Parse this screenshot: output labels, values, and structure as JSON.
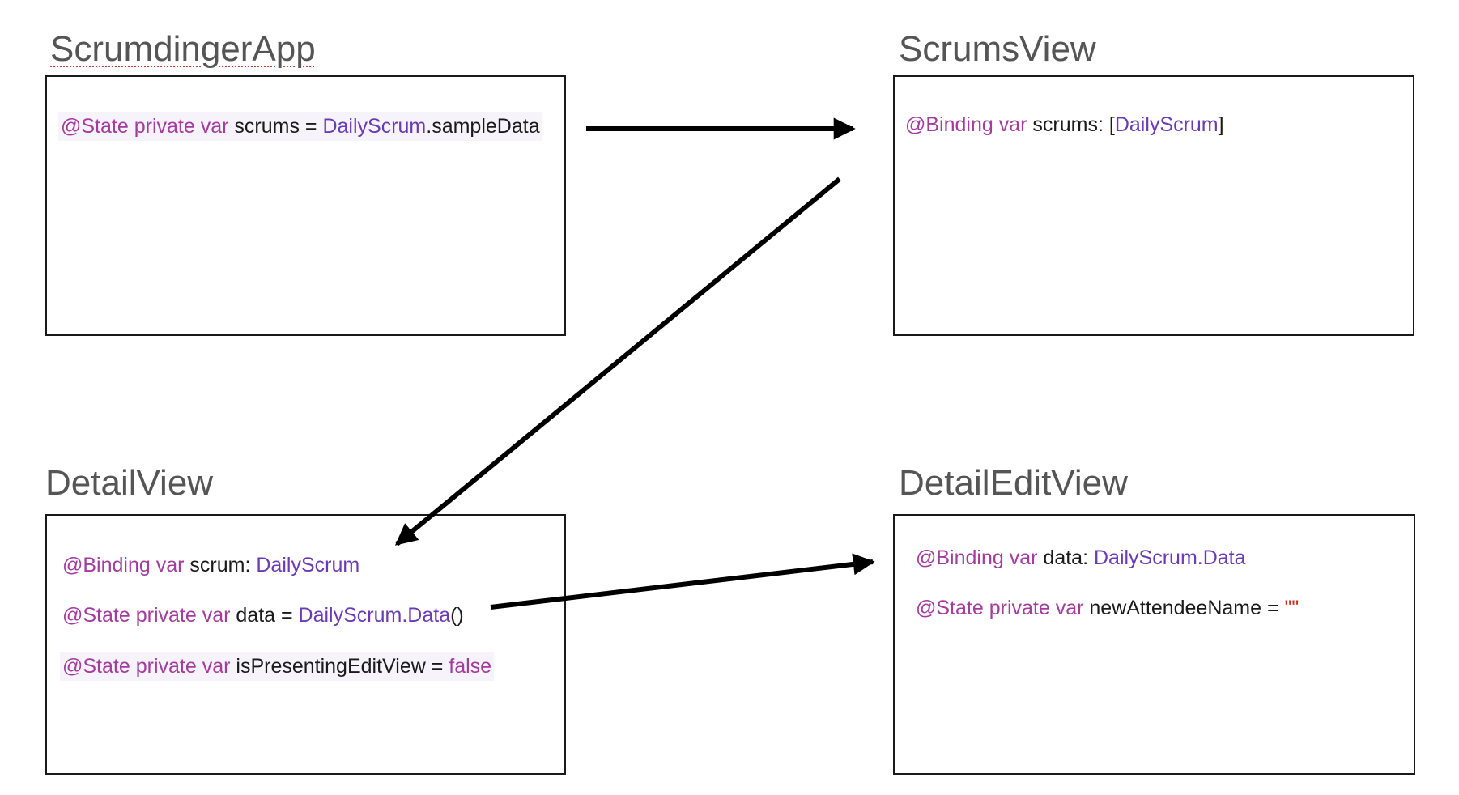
{
  "panels": {
    "app": {
      "title": "ScrumdingerApp",
      "line1": {
        "at": "@State",
        "kw": "private var",
        "name": "scrums =",
        "type": "DailyScrum",
        "rest": ".sampleData"
      }
    },
    "scrums": {
      "title": "ScrumsView",
      "line1": {
        "at": "@Binding",
        "kw": "var",
        "name": "scrums: [",
        "type": "DailyScrum",
        "rest": "]"
      }
    },
    "detail": {
      "title": "DetailView",
      "line1": {
        "at": "@Binding",
        "kw": "var",
        "name": "scrum:",
        "type": "DailyScrum"
      },
      "line2": {
        "at": "@State",
        "kw": "private var",
        "name": "data =",
        "type": "DailyScrum.Data",
        "rest": "()"
      },
      "line3": {
        "at": "@State",
        "kw": "private var",
        "name": "isPresentingEditView =",
        "value": "false"
      }
    },
    "edit": {
      "title": "DetailEditView",
      "line1": {
        "at": "@Binding",
        "kw": "var",
        "name": "data:",
        "type": "DailyScrum.Data"
      },
      "line2": {
        "at": "@State",
        "kw": "private var",
        "name": "newAttendeeName =",
        "value": "\"\""
      }
    }
  },
  "colors": {
    "keyword": "#a43c9e",
    "type": "#6a3bb5",
    "text": "#1a1a1a",
    "string": "#d12f1f",
    "title": "#555555",
    "arrow": "#000000",
    "code_highlight": "#f6f3fa"
  }
}
